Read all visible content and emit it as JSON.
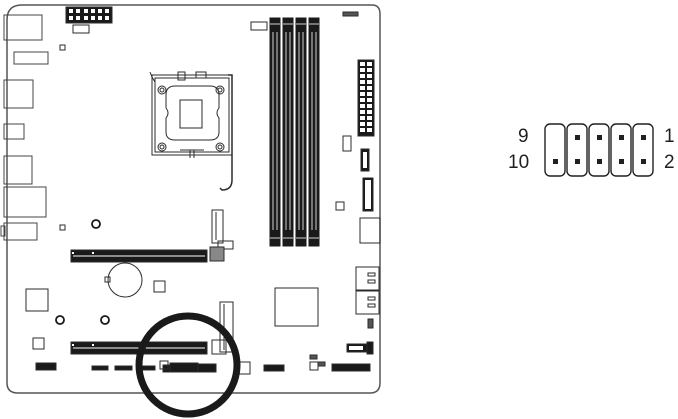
{
  "diagram": {
    "type": "motherboard-layout",
    "highlight": {
      "shape": "circle",
      "target": "front-panel-usb-header-area",
      "color": "#1a1a1a"
    },
    "pin_header": {
      "columns": 5,
      "rows": 2,
      "missing_pin": "9",
      "labels": {
        "top_left": "9",
        "bottom_left": "10",
        "top_right": "1",
        "bottom_right": "2"
      }
    },
    "components": [
      "atx-12v-power",
      "cpu-fan-header",
      "cpu-socket",
      "dimm-slots-4",
      "atx-24pin-power",
      "pcie-x16-slot-1",
      "pcie-x16-slot-2",
      "m2-slot-1",
      "m2-slot-2",
      "cmos-battery",
      "sata-ports",
      "usb-header",
      "io-shield-ports",
      "bottom-headers"
    ]
  }
}
